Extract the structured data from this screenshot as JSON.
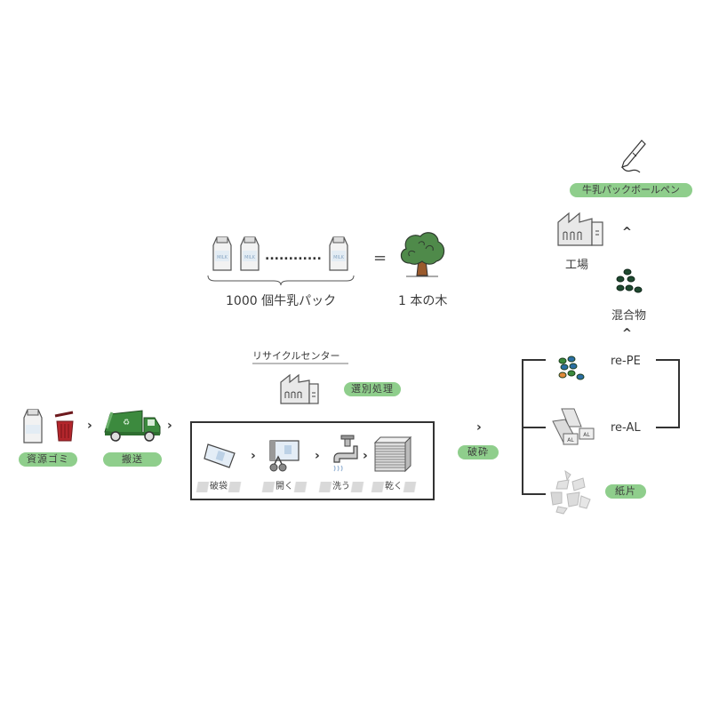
{
  "equivalence": {
    "packs_label": "1000 個牛乳パック",
    "equals": "=",
    "tree_label": "1 本の木",
    "dots": "............",
    "milk_text": "MILK"
  },
  "start": {
    "waste_label": "資源ゴミ",
    "transport_label": "搬送"
  },
  "recycle_center": {
    "title": "リサイクルセンター",
    "sorting_label": "選別処理",
    "steps": [
      {
        "label": "破袋",
        "icon": "torn-bag-icon"
      },
      {
        "label": "開く",
        "icon": "scissors-open-icon"
      },
      {
        "label": "洗う",
        "icon": "faucet-icon"
      },
      {
        "label": "乾く",
        "icon": "paper-stack-icon"
      }
    ]
  },
  "crush_label": "破砕",
  "outputs": {
    "re_pe": "re-PE",
    "re_al": "re-AL",
    "paper": "紙片"
  },
  "upcycle": {
    "mixture_label": "混合物",
    "factory_label": "工場",
    "product_label": "牛乳パックボールペン"
  },
  "arrow_glyph": "›",
  "caret_glyph": "^",
  "colors": {
    "pill_green": "#8fce8c",
    "tree_green": "#4f8a4a",
    "trunk": "#9a5a2c",
    "truck_green": "#3c8a3e",
    "bin_red": "#b3262c",
    "pellet_dark": "#1f4a30"
  }
}
